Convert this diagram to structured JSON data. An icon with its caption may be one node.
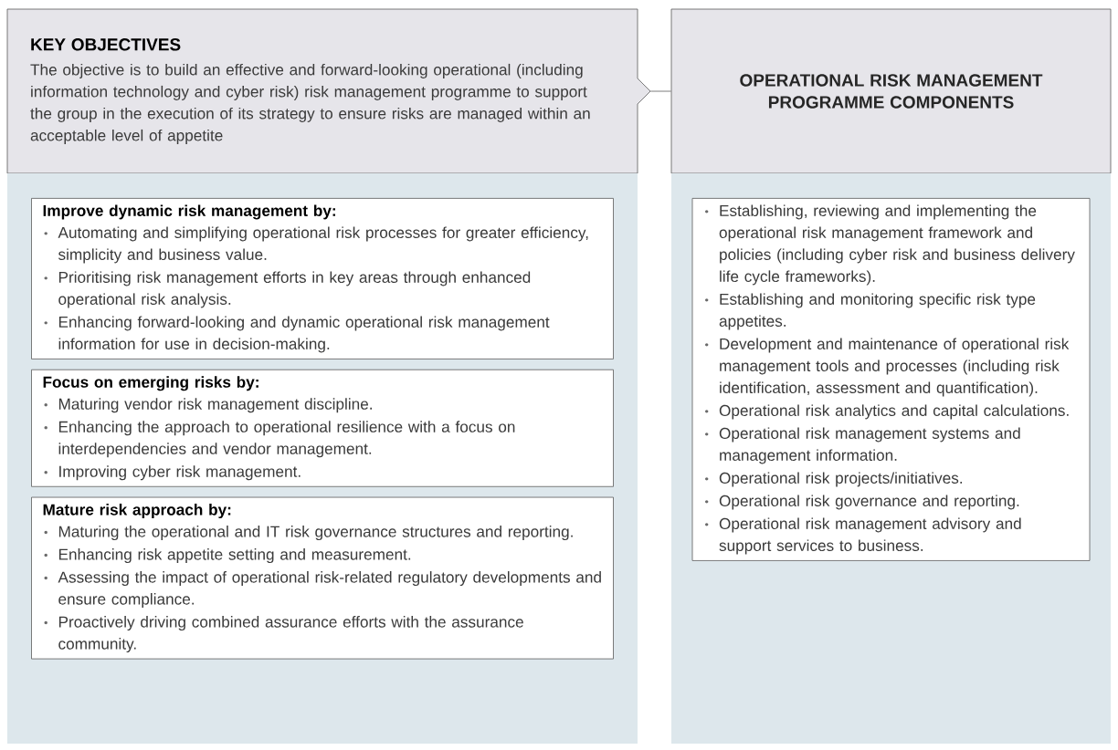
{
  "diagram": {
    "nodes": [
      {
        "text": [
          "KEY OBJECTIVES",
          "The objective is to build an effective and forward-looking operational (including information technology and cyber risk) risk management programme to support the group in the execution of its strategy to ensure risks are managed within an acceptable level of appetite"
        ]
      },
      {
        "text": [],
        "shape": "box"
      },
      {
        "text": [
          "Improve dynamic risk management by:",
          "Automating and simplifying operational risk processes for greater efficiency, simplicity and business value.",
          "Prioritising risk management efforts in key areas through enhanced operational risk analysis.",
          "Enhancing forward-looking and dynamic operational risk management information for use in decision-making."
        ],
        "in": 1
      },
      {
        "text": [
          "Focus on emerging risks by:",
          "Maturing vendor risk management discipline.",
          "Enhancing the approach to operational resilience with a focus on interdependencies and vendor management.",
          "Improving cyber risk management."
        ],
        "in": 1
      },
      {
        "text": [
          "Mature risk approach by:",
          "Maturing the operational and IT risk governance structures and reporting.",
          "Enhancing risk appetite setting and measurement.",
          "Assessing the impact of operational risk-related regulatory developments and ensure compliance.",
          "Proactively driving combined assurance efforts with the assurance community."
        ],
        "in": 1
      },
      {
        "text": [
          "OPERATIONAL RISK MANAGEMENT PROGRAMME COMPONENTS"
        ]
      },
      {
        "text": [],
        "shape": "box"
      },
      {
        "text": [
          "Establishing, reviewing and implementing the operational risk management framework and policies (including cyber risk and business delivery life cycle frameworks).",
          "Establishing and monitoring specific risk type appetites.",
          "Development and maintenance of operational risk management tools and processes (including risk identification, assessment and quantification).",
          "Operational risk analytics and capital calculations.",
          "Operational risk management systems and management information.",
          "Operational risk projects/initiatives.",
          "Operational risk governance and reporting.",
          "Operational risk management advisory and support services to business."
        ],
        "in": 6
      }
    ],
    "edges": [
      {
        "from": 0,
        "to": 5,
        "arrow": "none"
      }
    ]
  }
}
